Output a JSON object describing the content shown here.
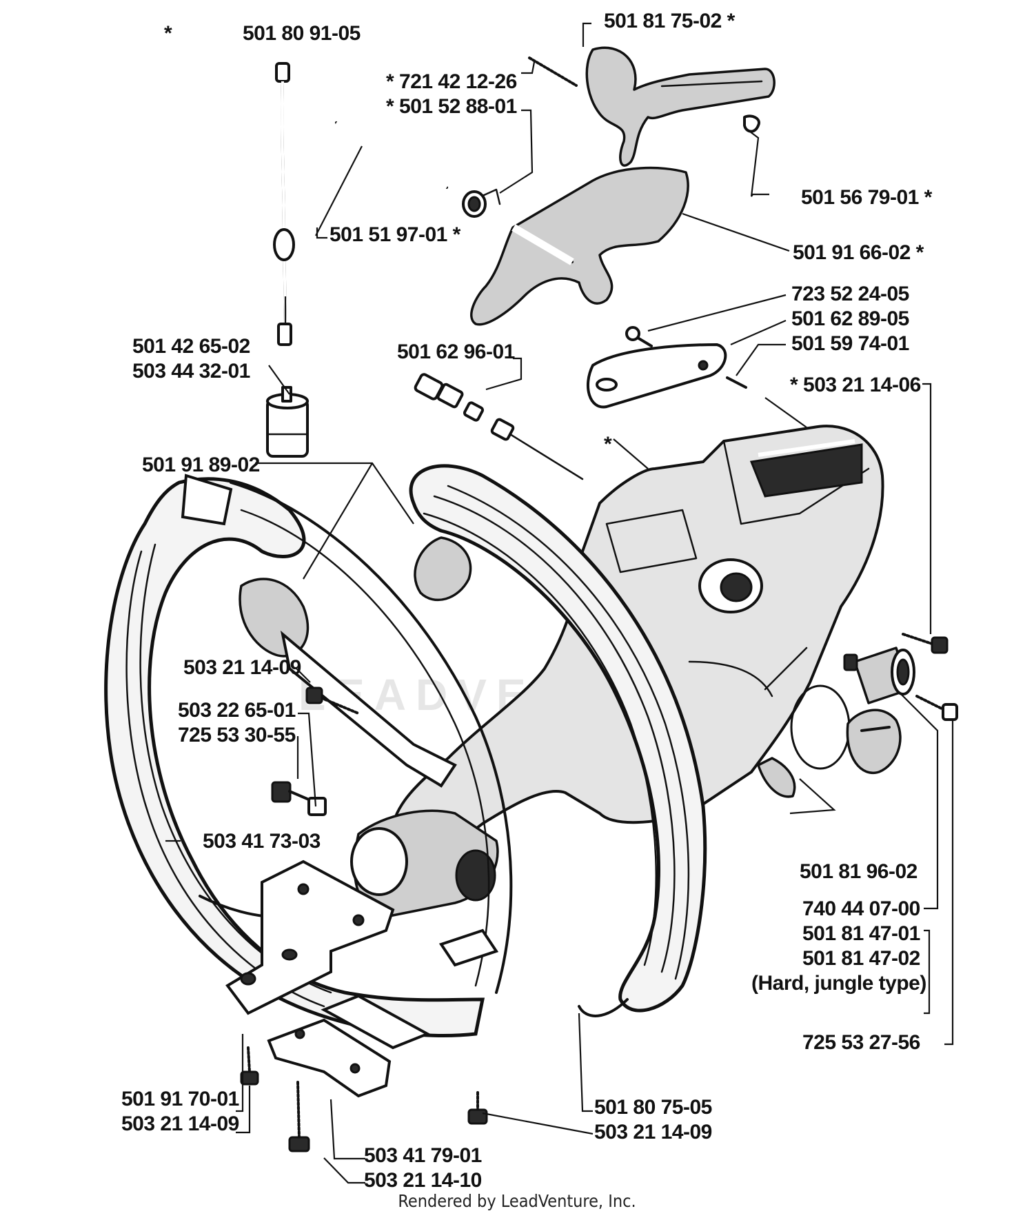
{
  "labels": {
    "star_top_left": "*",
    "l_5018091_05": "501 80 91-05",
    "l_5018175_02": "501 81 75-02  *",
    "l_7214212_26": "*  721 42 12-26",
    "l_5015288_01": "*  501 52 88-01",
    "l_5015679_01": "501 56 79-01  *",
    "l_5015197_01": "501 51 97-01  *",
    "l_5019166_02": "501 91 66-02  *",
    "l_7235224_05": "723 52 24-05",
    "l_5016289_05": "501 62 89-05",
    "l_5015974_01": "501 59 74-01",
    "l_5014265_02": "501 42 65-02",
    "l_5034432_01": "503 44 32-01",
    "l_5016296_01": "501 62 96-01",
    "l_5032114_06": "*  503 21 14-06",
    "star_body": "*",
    "l_5019189_02": "501 91 89-02",
    "l_5032114_09a": "503 21 14-09",
    "l_5032265_01": "503 22 65-01",
    "l_7255330_55": "725 53 30-55",
    "l_5034173_03": "503 41 73-03",
    "l_5018196_02": "501 81 96-02",
    "l_7404407_00": "740 44 07-00",
    "l_5018147_01": "501 81 47-01",
    "l_5018147_02": "501 81 47-02",
    "l_hard_jungle": "(Hard, jungle type)",
    "l_7255327_56": "725 53 27-56",
    "l_5019170_01": "501 91 70-01",
    "l_5032114_09b": "503 21 14-09",
    "l_5018075_05": "501 80 75-05",
    "l_5032114_09c": "503 21 14-09",
    "l_5034179_01": "503 41 79-01",
    "l_5032114_10": "503 21 14-10"
  },
  "footer": "Rendered by LeadVenture, Inc.",
  "watermark": "LEADVENTURE"
}
